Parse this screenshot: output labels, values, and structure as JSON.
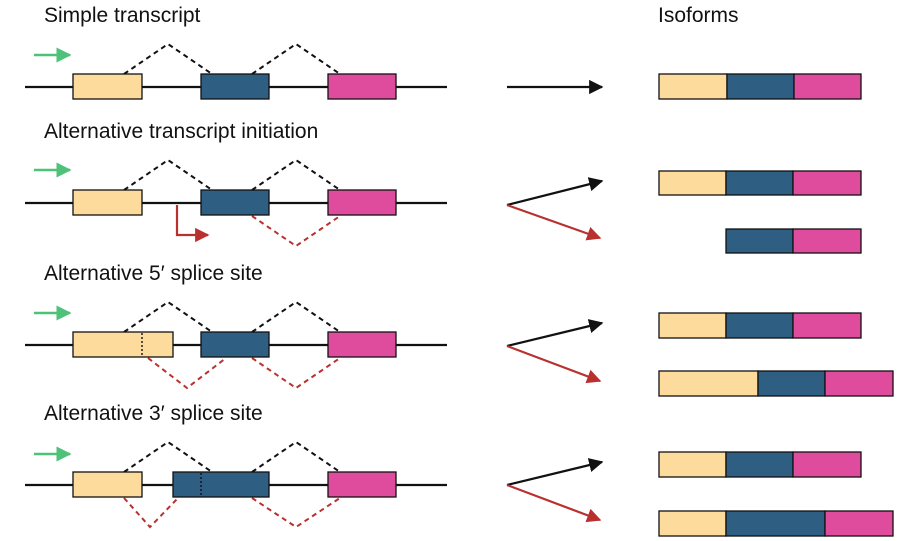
{
  "headings": {
    "simple": "Simple transcript",
    "initiation": "Alternative transcript initiation",
    "five_prime": "Alternative 5′ splice site",
    "three_prime": "Alternative 3′ splice site",
    "isoforms": "Isoforms"
  },
  "colors": {
    "exon1": "#fddb9c",
    "exon2": "#2e5f82",
    "exon3": "#df4b9d",
    "start_arrow": "#4fc27a",
    "alt_path": "#b8312f",
    "line": "#111111"
  },
  "icons": {
    "start": "green-right-arrow-icon",
    "alt_start": "red-bent-arrow-icon",
    "outcome": "diverging-arrows-icon"
  }
}
